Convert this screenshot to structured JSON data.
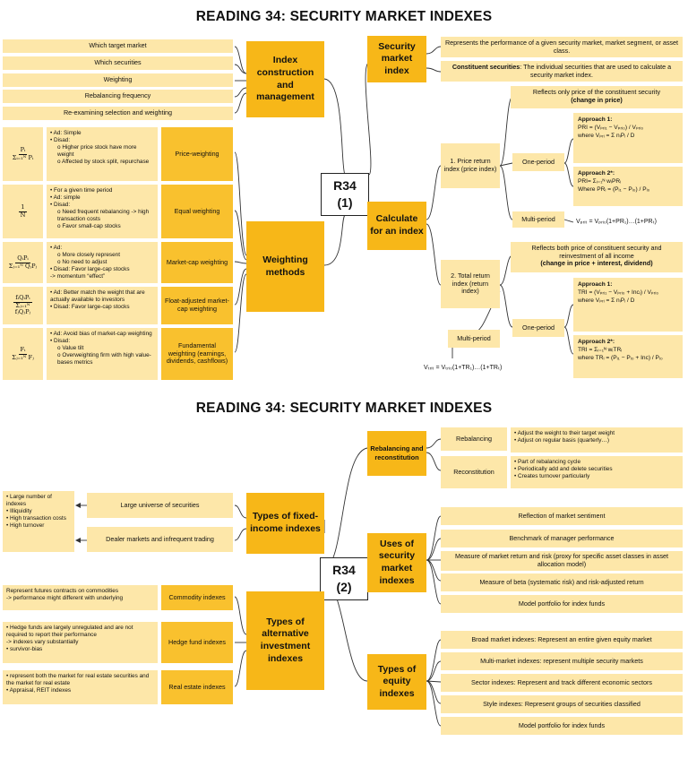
{
  "page1": {
    "title": "READING 34: SECURITY MARKET INDEXES",
    "hub": "R34\n(1)",
    "construction": {
      "label": "Index construction and management",
      "items": [
        "Which target market",
        "Which securities",
        "Weighting",
        "Rebalancing frequency",
        "Re-examining selection and weighting"
      ]
    },
    "weighting": {
      "label": "Weighting methods",
      "methods": [
        {
          "name": "Price-weighting",
          "notes": [
            "Ad: Simple",
            "Disad:"
          ],
          "sub": [
            "Higher price stock have more weight",
            "Affected by stock split, repurchase"
          ]
        },
        {
          "name": "Equal weighting",
          "notes": [
            "For a given time period",
            "Ad: simple",
            "Disad:"
          ],
          "sub": [
            "Need frequent rebalancing -> high transaction costs",
            "Favor small-cap stocks"
          ]
        },
        {
          "name": "Market-cap weighting",
          "notes": [
            "Ad:"
          ],
          "sub": [
            "More closely represent",
            "No need to adjust"
          ],
          "extra": [
            "Disad: Favor large-cap stocks"
          ],
          "tail": "-> momentum “effect”"
        },
        {
          "name": "Float-adjusted market-cap weighting",
          "notes": [
            "Ad: Better match the weight that are actually available to investors",
            "Disad: Favor large-cap stocks"
          ]
        },
        {
          "name": "Fundamental weighting (earnings, dividends, cashflows)",
          "notes": [
            "Ad: Avoid bias of market-cap weighting",
            "Disad:"
          ],
          "sub": [
            "Value tilt",
            "Overweighting firm with high value-bases metrics"
          ]
        }
      ],
      "formulas": {
        "price_num": "Pᵢ",
        "price_den": "Σᵢ₌₁ᴺ Pᵢ",
        "equal_num": "1",
        "equal_den": "N",
        "mcap_num": "QᵢPᵢ",
        "mcap_den": "Σⱼ₌₁ᴺ QⱼPⱼ",
        "float_num": "fᵢQᵢPᵢ",
        "float_den": "Σⱼ₌₁ᴺ fⱼQⱼPⱼ",
        "fund_num": "Fᵢ",
        "fund_den": "Σⱼ₌₁ᴺ Fⱼ"
      }
    },
    "security_market_index": {
      "label": "Security market index",
      "desc1": "Represents the performance of a given security market, market segment, or asset class.",
      "desc2_bold": "Constituent securities",
      "desc2": ": The individual securities that are used to calculate a security market index."
    },
    "calculate": {
      "label": "Calculate for an index",
      "price_return": {
        "label": "1. Price return index (price index)",
        "desc": "Reflects only price of the constituent security",
        "desc_bold": "(change in price)",
        "one_period": "One-period",
        "multi_period": "Multi-period",
        "approach1_title": "Approach 1:",
        "approach1_line1": "PRI = (Vₚᵣᵢ₁ − Vₚᵣᵢ₀) / Vₚᵣᵢ₀",
        "approach1_line2": "where Vₚᵣᵢ = Σ nᵢPᵢ / D",
        "approach2_title": "Approach 2*:",
        "approach2_line1": "PRI= Σᵢ₌₁ᴺ wᵢPRᵢ",
        "approach2_line2": "Where PRᵢ = (Pᵢ₁ − Pᵢ₀) / Pᵢ₀",
        "multi_formula": "Vₚᵣᵢₜ = Vₚᵣᵢ₀(1+PR₁)…(1+PRₜ)"
      },
      "total_return": {
        "label": "2. Total return index (return index)",
        "desc": "Reflects both price of constituent security and reinvestment of all income",
        "desc_bold": "(change in price + interest, dividend)",
        "one_period": "One-period",
        "multi_period": "Multi-period",
        "approach1_title": "Approach 1:",
        "approach1_line1": "TRI = (Vₚᵣᵢ₁ − Vₚᵣᵢ₀ + Incᵢ) / Vₚᵣᵢ₀",
        "approach1_line2": "where Vₚᵣᵢ = Σ nᵢPᵢ / D",
        "approach2_title": "Approach 2*:",
        "approach2_line1": "TRI = Σᵢ₌₁ᴺ wᵢTRᵢ",
        "approach2_line2": "where TRᵢ = (Pᵢ₁ − Pᵢ₀ + Inc) / Pᵢ₀",
        "multi_formula": "Vₜᵣᵢₜ = Vₜᵣᵢ₀(1+TR₁)…(1+TRₜ)"
      }
    }
  },
  "page2": {
    "title": "READING 34: SECURITY MARKET INDEXES",
    "hub": "R34\n(2)",
    "rebalancing": {
      "label": "Rebalancing and reconstitution",
      "rebal": "Rebalancing",
      "rebal_items": [
        "Adjust the weight to their target weight",
        "Adjust on regular basis (quarterly…)"
      ],
      "recon": "Reconstitution",
      "recon_items": [
        "Part of rebalancing cycle",
        "Periodically add and delete securities",
        "Creates turnover particularly"
      ]
    },
    "fixed_income": {
      "label": "Types of fixed-income indexes",
      "item1": "Large universe of securities",
      "item2": "Dealer markets and infrequent trading",
      "results": [
        "Large number of indexes",
        "Illiquidity",
        "High transaction costs",
        "High turnover"
      ]
    },
    "uses": {
      "label": "Uses of security market indexes",
      "items": [
        "Reflection of market sentiment",
        "Benchmark of manager performance",
        "Measure of market return and risk (proxy for specific asset classes in asset allocation model)",
        "Measure of beta (systematic risk) and risk-adjusted return",
        "Model portfolio for index funds"
      ]
    },
    "alternative": {
      "label": "Types of alternative investment indexes",
      "commodity": "Commodity indexes",
      "commodity_desc": "Represent futures contracts on commodities",
      "commodity_desc2": "-> performance might different with underlying",
      "hedge": "Hedge fund indexes",
      "hedge_desc": "Hedge funds are largely unregulated and are not required to report their performance",
      "hedge_desc2": "-> indexes vary substantially",
      "hedge_desc3": "survivor-bias",
      "real_estate": "Real estate indexes",
      "re_items": [
        "represent both the market for real estate securities and the market for real estate",
        "Appraisal, REIT indexes"
      ]
    },
    "equity": {
      "label": "Types of equity indexes",
      "items": [
        "Broad market indexes: Represent an entire given equity market",
        "Multi-market indexes: represent multiple security markets",
        "Sector indexes: Represent and track different economic sectors",
        "Style indexes: Represent groups of securities classified",
        "Model portfolio for index funds"
      ]
    }
  }
}
